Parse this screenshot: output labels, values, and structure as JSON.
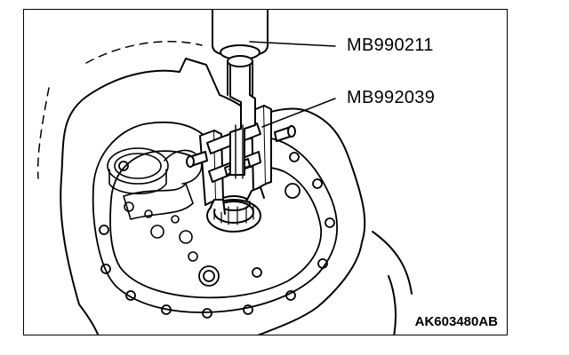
{
  "callouts": [
    {
      "label": "MB990211"
    },
    {
      "label": "MB992039"
    }
  ],
  "figure_id": "AK603480AB",
  "colors": {
    "line": "#000000",
    "background": "#ffffff"
  }
}
